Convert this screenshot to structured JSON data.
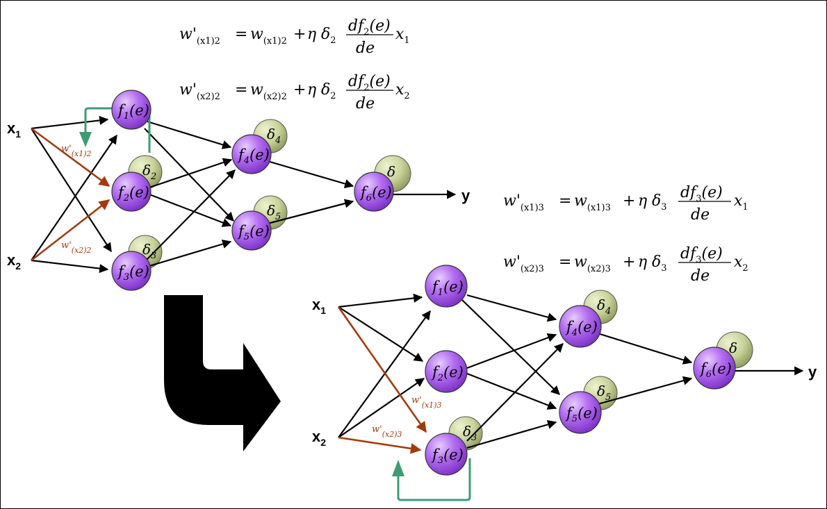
{
  "inputs": {
    "x1_main": "x",
    "x1_sub": "1",
    "x2_main": "x",
    "x2_sub": "2"
  },
  "output_label": "y",
  "neurons": {
    "n1": {
      "f": "f",
      "sub": "1",
      "arg": "(e)"
    },
    "n2": {
      "f": "f",
      "sub": "2",
      "arg": "(e)"
    },
    "n3": {
      "f": "f",
      "sub": "3",
      "arg": "(e)"
    },
    "n4": {
      "f": "f",
      "sub": "4",
      "arg": "(e)"
    },
    "n5": {
      "f": "f",
      "sub": "5",
      "arg": "(e)"
    },
    "n6": {
      "f": "f",
      "sub": "6",
      "arg": "(e)"
    }
  },
  "deltas": {
    "d2": {
      "sym": "δ",
      "sub": "2"
    },
    "d3": {
      "sym": "δ",
      "sub": "3"
    },
    "d4": {
      "sym": "δ",
      "sub": "4"
    },
    "d5": {
      "sym": "δ",
      "sub": "5"
    },
    "d6": {
      "sym": "δ",
      "sub": ""
    }
  },
  "weight_labels": {
    "top_x1": {
      "main": "w'",
      "sub": "(x1)2"
    },
    "top_x2": {
      "main": "w'",
      "sub": "(x2)2"
    },
    "bottom_x1": {
      "main": "w'",
      "sub": "(x1)3"
    },
    "bottom_x2": {
      "main": "w'",
      "sub": "(x2)3"
    }
  },
  "equations": {
    "eq1": {
      "lhs": "w'",
      "lhs_sub": "(x1)2",
      "eq": "=",
      "w": "w",
      "w_sub": "(x1)2",
      "plus": "+",
      "eta": "η",
      "delta": "δ",
      "delta_sub": "2",
      "num": "df",
      "num_sub": "2",
      "num_arg": "(e)",
      "den": "de",
      "x": "x",
      "x_sub": "1"
    },
    "eq2": {
      "lhs": "w'",
      "lhs_sub": "(x2)2",
      "eq": "=",
      "w": "w",
      "w_sub": "(x2)2",
      "plus": "+",
      "eta": "η",
      "delta": "δ",
      "delta_sub": "2",
      "num": "df",
      "num_sub": "2",
      "num_arg": "(e)",
      "den": "de",
      "x": "x",
      "x_sub": "2"
    },
    "eq3": {
      "lhs": "w'",
      "lhs_sub": "(x1)3",
      "eq": "=",
      "w": "w",
      "w_sub": "(x1)3",
      "plus": "+",
      "eta": "η",
      "delta": "δ",
      "delta_sub": "3",
      "num": "df",
      "num_sub": "3",
      "num_arg": "(e)",
      "den": "de",
      "x": "x",
      "x_sub": "1"
    },
    "eq4": {
      "lhs": "w'",
      "lhs_sub": "(x2)3",
      "eq": "=",
      "w": "w",
      "w_sub": "(x2)3",
      "plus": "+",
      "eta": "η",
      "delta": "δ",
      "delta_sub": "3",
      "num": "df",
      "num_sub": "3",
      "num_arg": "(e)",
      "den": "de",
      "x": "x",
      "x_sub": "2"
    }
  },
  "colors": {
    "neuron_fill": "#b46ef2",
    "delta_fill": "#c8d29a",
    "weight_arrow": "#a33a0f",
    "feedback_arrow": "#3e9b74",
    "edge": "#000000",
    "transition_arrow": "#000000"
  }
}
